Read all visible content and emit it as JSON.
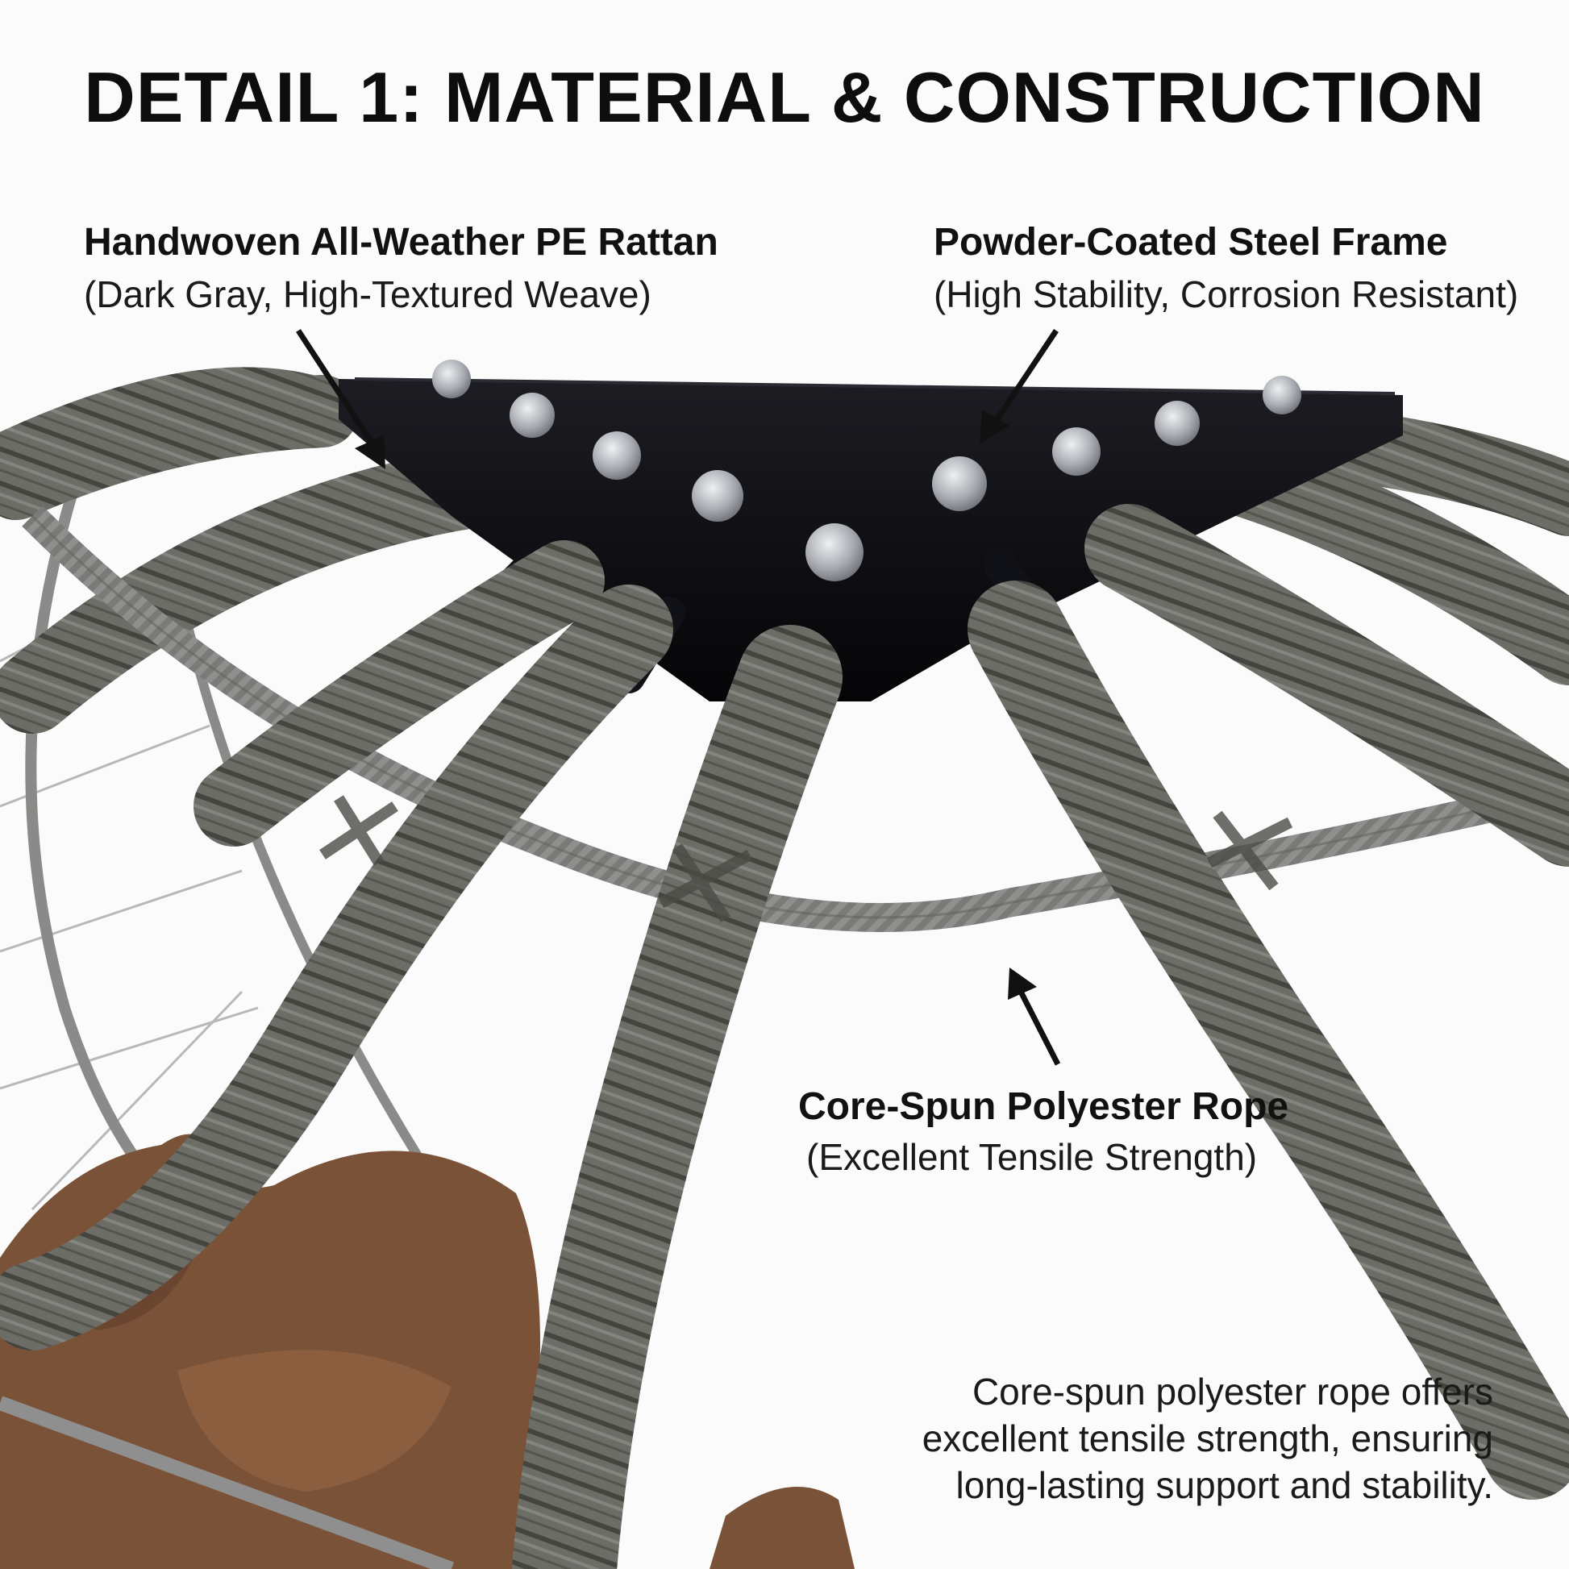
{
  "title": "DETAIL 1: MATERIAL & CONSTRUCTION",
  "callouts": {
    "rattan": {
      "title": "Handwoven All-Weather PE Rattan",
      "subtitle": "(Dark Gray, High-Textured Weave)"
    },
    "frame": {
      "title": "Powder-Coated Steel Frame",
      "subtitle": "(High Stability, Corrosion Resistant)"
    },
    "rope": {
      "title": "Core-Spun Polyester Rope",
      "subtitle": "(Excellent Tensile Strength)"
    }
  },
  "description": {
    "lines": [
      "Core-spun polyester rope offers",
      "excellent tensile strength, ensuring",
      "long-lasting support and stability."
    ]
  },
  "colors": {
    "background": "#fbfbfb",
    "rattan": "#6b6b65",
    "rattan_dark": "#3e3e3a",
    "steel_plate": "#0c0c10",
    "rope": "#8e8e8e",
    "cushion": "#7a5237",
    "bolt": "#b9bcc0"
  }
}
